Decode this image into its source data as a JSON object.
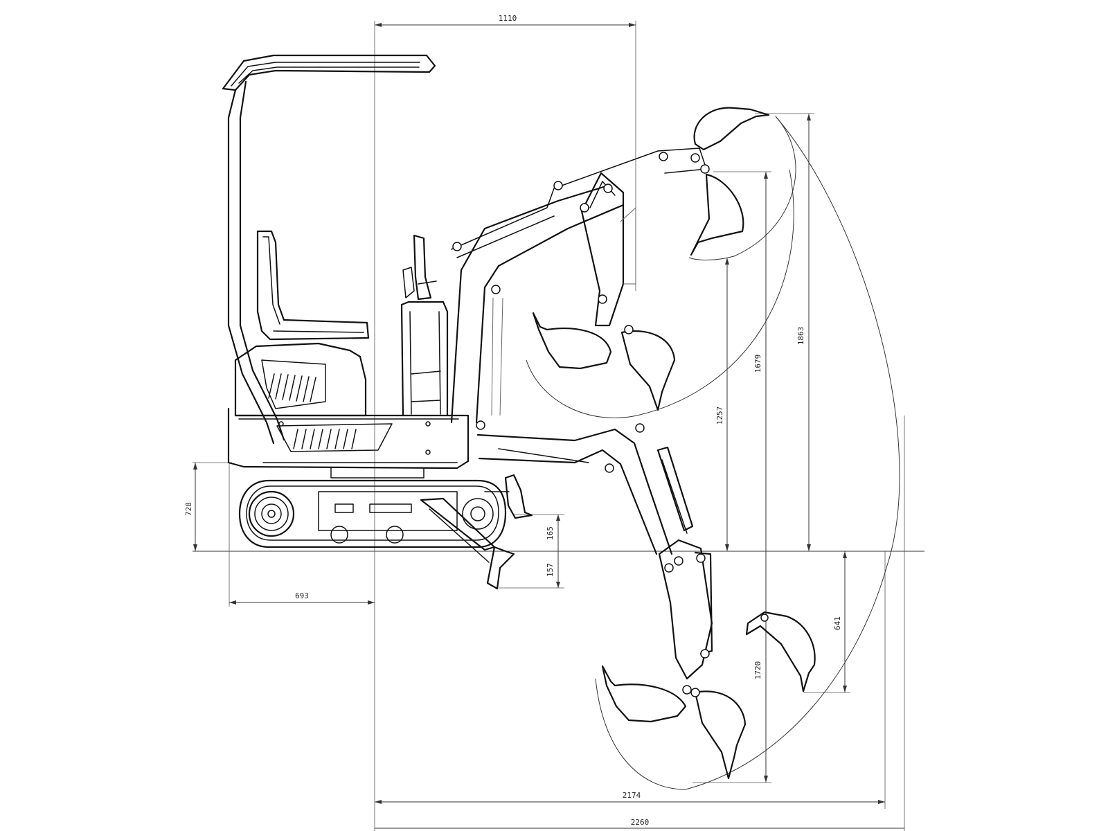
{
  "dimensions": {
    "top_width": "1110",
    "max_dig_reach_height": "1863",
    "max_dump_height": "1679",
    "boom_clearance_height": "1257",
    "track_height": "728",
    "blade_raise": "165",
    "blade_lower": "157",
    "tail_overhang": "693",
    "max_dig_depth_vertical": "1720",
    "max_vertical_wall_depth": "641",
    "ground_reach": "2174",
    "max_reach": "2260"
  },
  "colors": {
    "line": "#111111",
    "dimension": "#333333",
    "background": "#ffffff"
  }
}
